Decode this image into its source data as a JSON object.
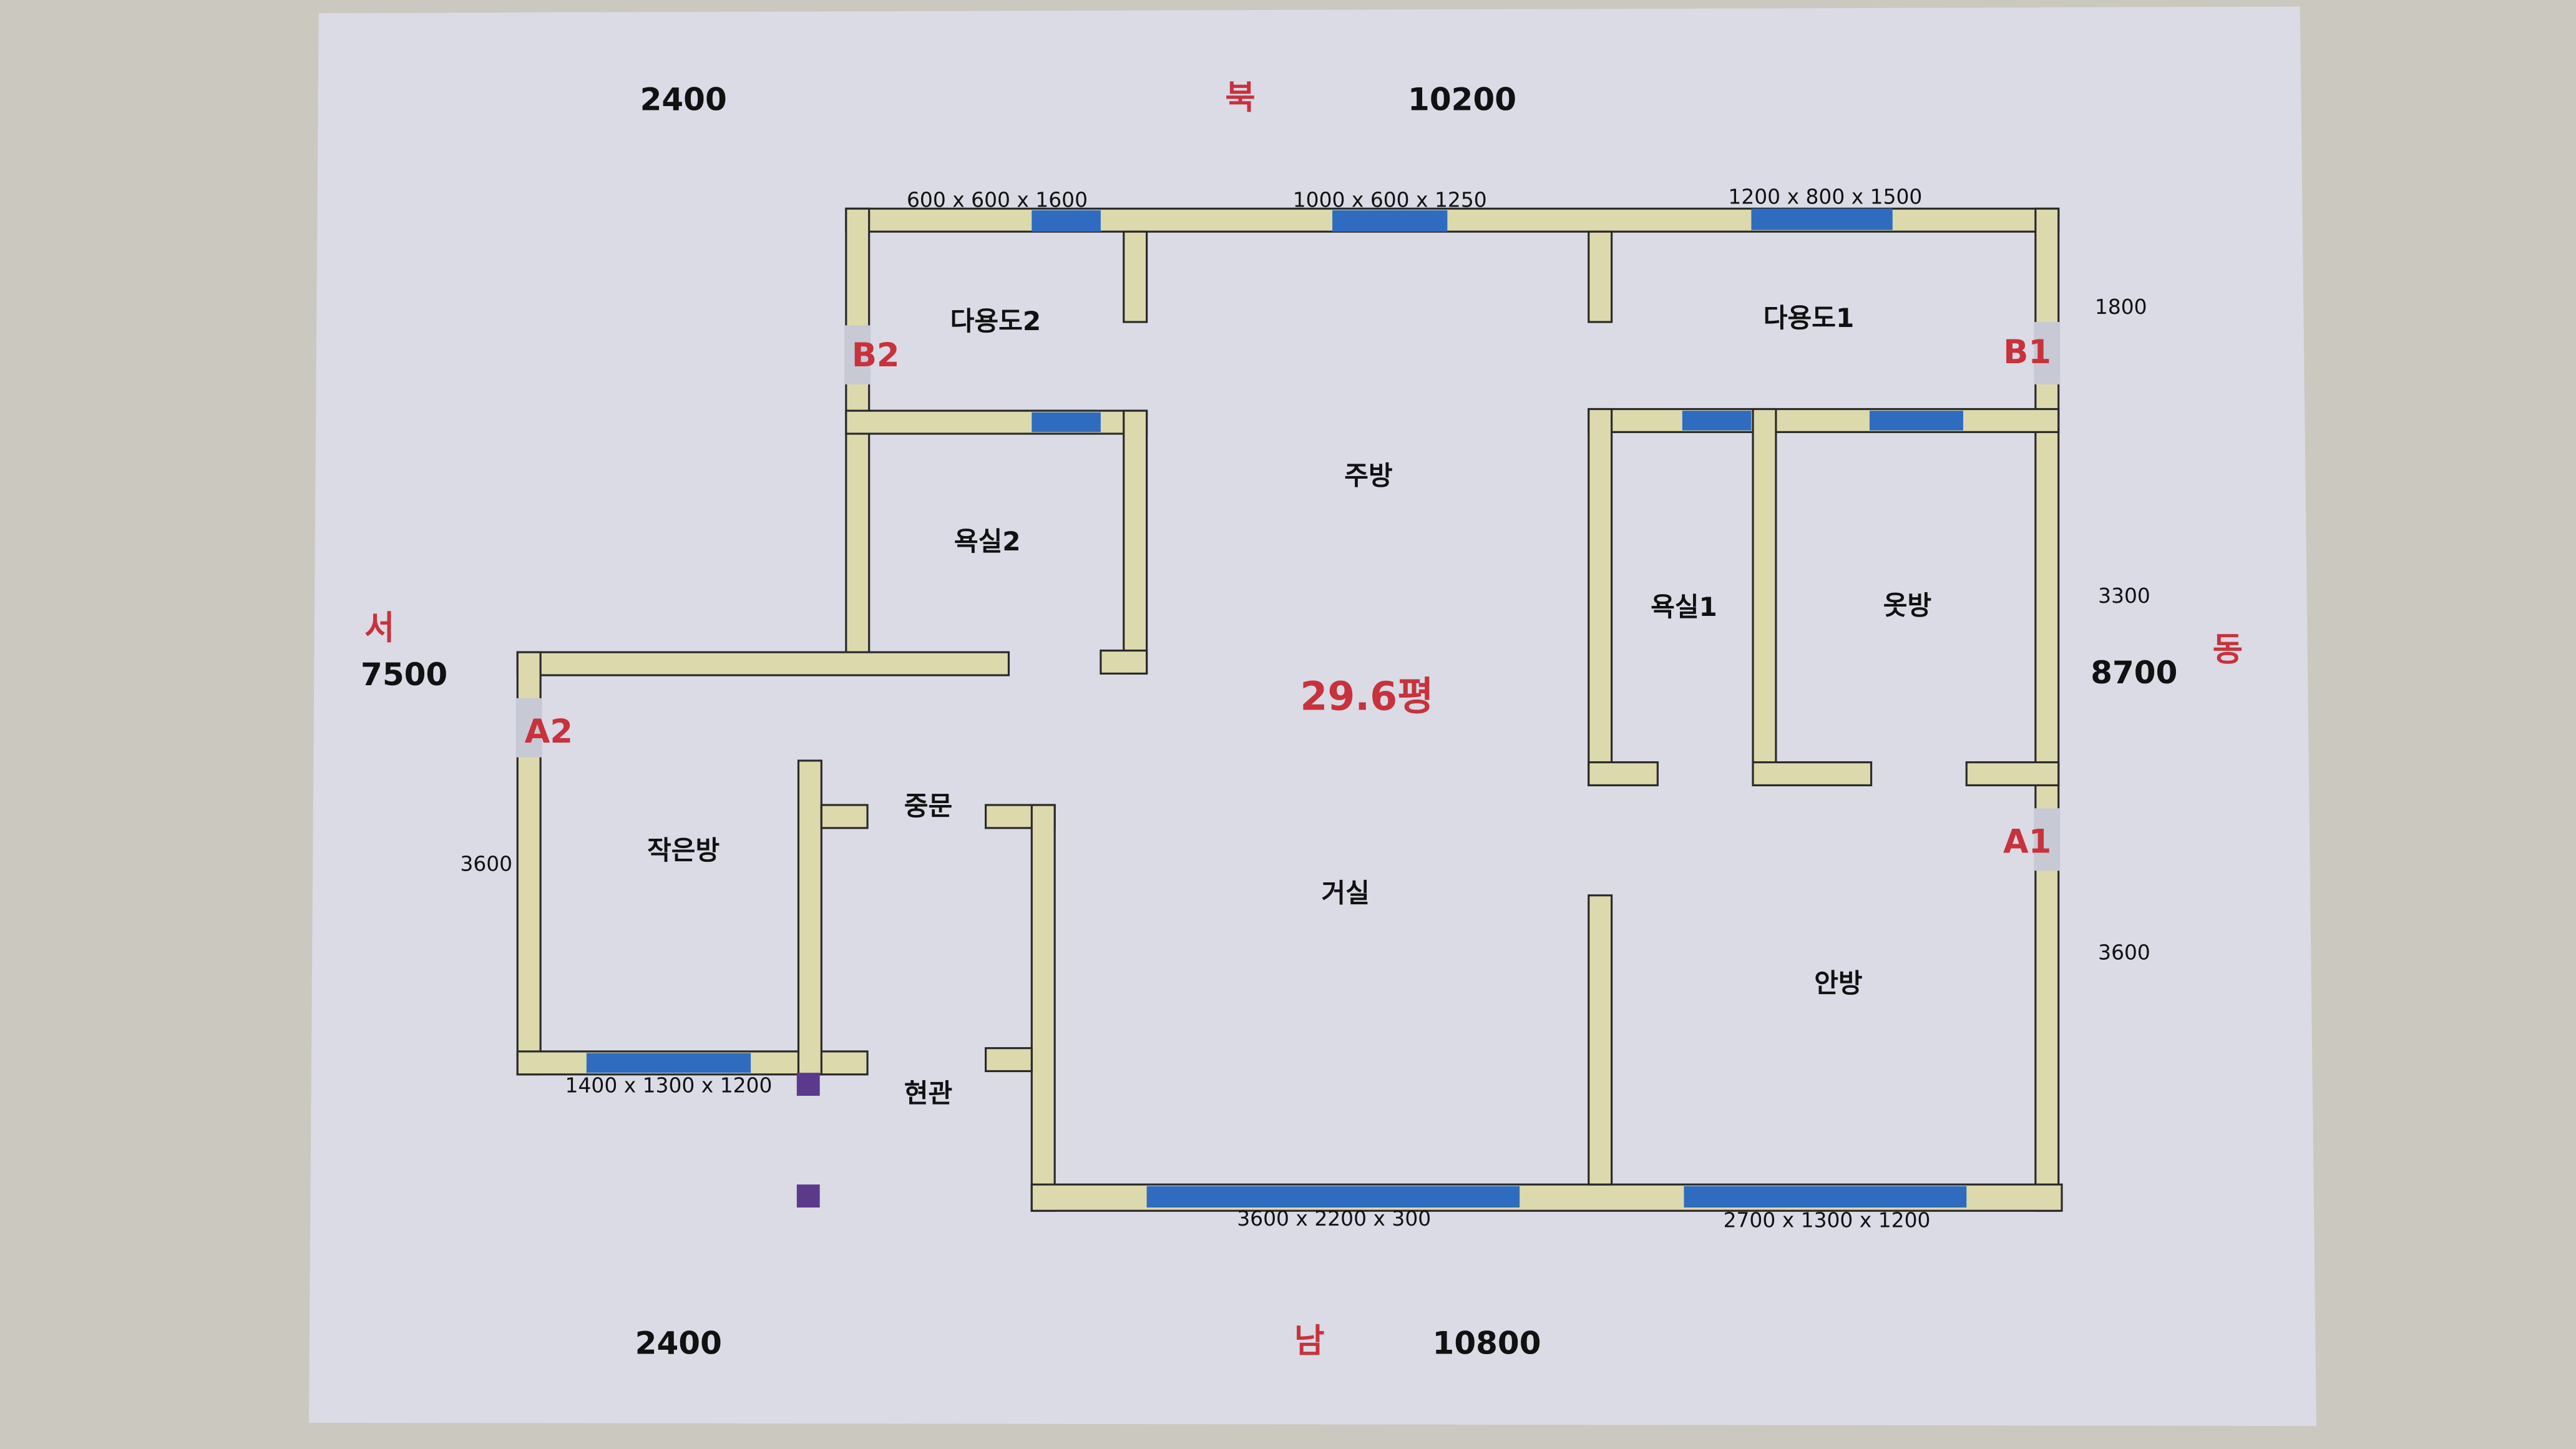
{
  "directions": {
    "north": "북",
    "south": "남",
    "west": "서",
    "east": "동"
  },
  "outer_dims": {
    "top_left": "2400",
    "top_right": "10200",
    "bottom_left": "2400",
    "bottom_right": "10800",
    "west": "7500",
    "east": "8700"
  },
  "side_dims": {
    "east_1": "1800",
    "east_2": "3300",
    "east_3": "3600",
    "west_1": "3600"
  },
  "windows": {
    "top_1": "600 x 600 x 1600",
    "top_2": "1000 x 600 x 1250",
    "top_3": "1200 x 800 x 1500",
    "small_room": "1400 x 1300 x 1200",
    "living": "3600 x 2200 x 300",
    "master": "2700 x 1300 x 1200"
  },
  "markers": {
    "a1": "A1",
    "a2": "A2",
    "b1": "B1",
    "b2": "B2"
  },
  "rooms": {
    "utility2": "다용도2",
    "utility1": "다용도1",
    "kitchen": "주방",
    "bath2": "욕실2",
    "bath1": "욕실1",
    "dressroom": "옷방",
    "middle_door": "중문",
    "small_room": "작은방",
    "living": "거실",
    "master": "안방",
    "entrance": "현관"
  },
  "total_area": "29.6평",
  "colors": {
    "wall": "#dcd9ad",
    "window": "#2f6cc0",
    "accent": "#c8323c",
    "marker": "#5b3a8c"
  }
}
